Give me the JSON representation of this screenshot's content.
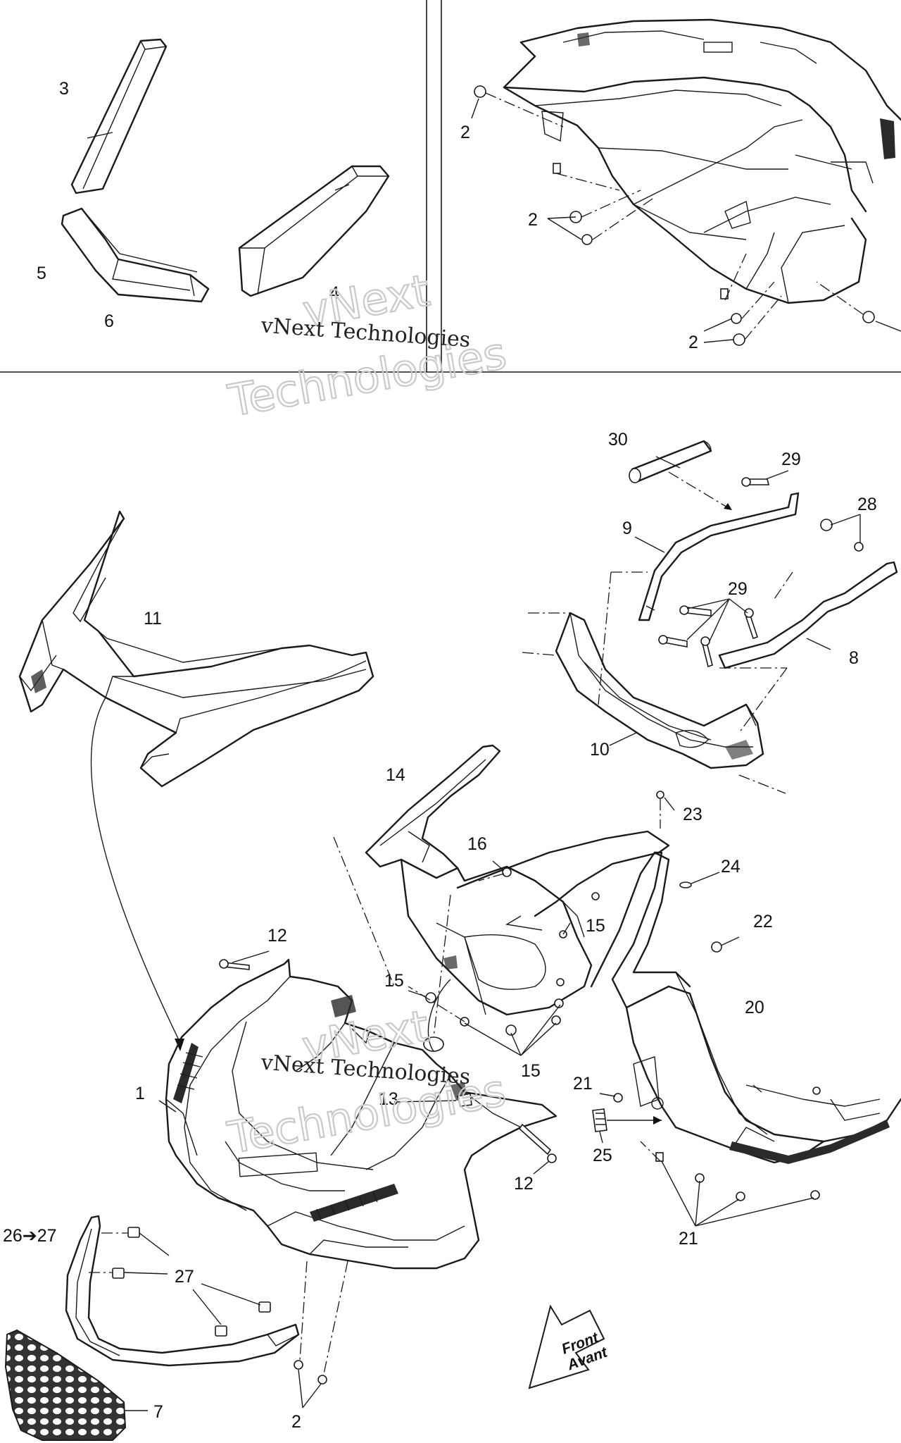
{
  "watermark": {
    "line": "vNext Technologies",
    "big_top": "vNext",
    "big_bottom": "Technologies"
  },
  "direction_arrow": {
    "line1": "Front",
    "line2": "Avant"
  },
  "callouts": {
    "c1": "1",
    "c2a": "2",
    "c2b": "2",
    "c2c": "2",
    "c2d": "2",
    "c3": "3",
    "c4": "4",
    "c5": "5",
    "c6": "6",
    "c7": "7",
    "c8": "8",
    "c9": "9",
    "c10": "10",
    "c11": "11",
    "c12a": "12",
    "c12b": "12",
    "c13": "13",
    "c14": "14",
    "c15a": "15",
    "c15b": "15",
    "c15c": "15",
    "c16": "16",
    "c20": "20",
    "c21a": "21",
    "c21b": "21",
    "c22": "22",
    "c23": "23",
    "c24": "24",
    "c25": "25",
    "c26": "26➔27",
    "c27": "27",
    "c28": "28",
    "c29a": "29",
    "c29b": "29",
    "c30": "30"
  }
}
